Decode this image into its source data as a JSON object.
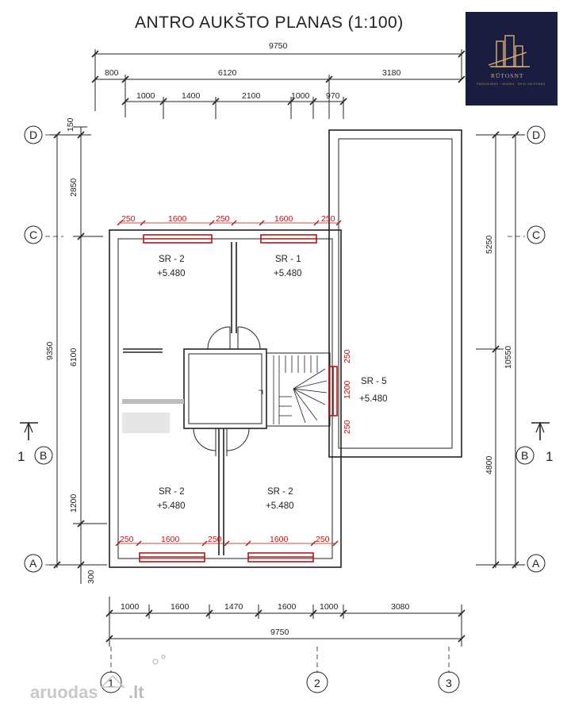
{
  "title": "ANTRO AUKŠTO PLANAS (1:100)",
  "logo": {
    "name": "RŪTOSNT",
    "tagline": "PARDAVIMAS · NUOMA · ŪKIO VALDYMAS"
  },
  "dims_top": {
    "total": "9750",
    "row2": [
      "800",
      "6120",
      "3180"
    ],
    "row3": [
      "1000",
      "1400",
      "2100",
      "1000",
      "970"
    ]
  },
  "dims_left": {
    "d150": "150",
    "d2850": "2850",
    "d9350": "9350",
    "d6100": "6100",
    "d1200": "1200",
    "d300": "300"
  },
  "dims_right": {
    "d5250": "5250",
    "d10550": "10550",
    "d4800": "4800"
  },
  "dims_bottom": {
    "row1": [
      "1000",
      "1600",
      "1470",
      "1600",
      "1000",
      "3080"
    ],
    "total": "9750"
  },
  "windows": {
    "top_left": [
      "250",
      "1600",
      "250"
    ],
    "top_right": [
      "1600",
      "250"
    ],
    "bottom_left": [
      "250",
      "1600",
      "250"
    ],
    "bottom_right": [
      "1600",
      "250"
    ],
    "side": [
      "250",
      "1200",
      "250"
    ]
  },
  "rooms": [
    {
      "code": "SR - 2",
      "level": "+5.480"
    },
    {
      "code": "SR - 1",
      "level": "+5.480"
    },
    {
      "code": "SR - 5",
      "level": "+5.480"
    },
    {
      "code": "SR - 2",
      "level": "+5.480"
    },
    {
      "code": "SR - 2",
      "level": "+5.480"
    }
  ],
  "axes": {
    "d": "D",
    "c": "C",
    "b": "B",
    "a": "A",
    "n1": "1",
    "n2": "2",
    "n3": "3"
  },
  "section_mark": "1",
  "watermark": {
    "left": "aruodas",
    "right": ".lt"
  },
  "colors": {
    "wall": "#222222",
    "window": "#b01818",
    "logo_bg": "#1a1d3f",
    "logo_gold": "#d9b26a"
  }
}
